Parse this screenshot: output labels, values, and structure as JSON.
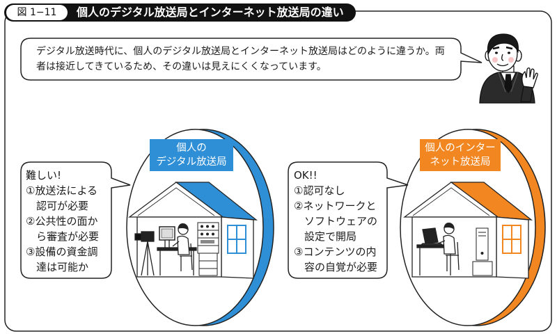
{
  "header": {
    "figure_number": "図 1−11",
    "title": "個人のデジタル放送局とインターネット放送局の違い"
  },
  "intro": {
    "lines": [
      "デジタル放送時代に、個人のデジタル放送局とインターネット放送局はどのように違うか。両",
      "者は接近してきているため、その違いは見えにくくなっています。"
    ]
  },
  "stations": [
    {
      "label": [
        "個人の",
        "デジタル放送局"
      ],
      "accent_color": "#2e8fd6",
      "notes": {
        "heading": "難しい!",
        "items": [
          [
            "①放送法による",
            "認可が必要"
          ],
          [
            "②公共性の面か",
            "ら審査が必要"
          ],
          [
            "③設備の資金調",
            "達は可能か"
          ]
        ]
      }
    },
    {
      "label": [
        "個人のインター",
        "ネット放送局"
      ],
      "accent_color": "#f28621",
      "notes": {
        "heading": "OK!!",
        "items": [
          [
            "①認可なし"
          ],
          [
            "②ネットワークと",
            "ソフトウェアの",
            "設定で開局"
          ],
          [
            "③コンテンツの内",
            "容の自覚が必要"
          ]
        ]
      }
    }
  ],
  "icons": {
    "presenter": "presenter-icon",
    "digital_station": "house-icon",
    "internet_station": "house-icon",
    "camera": "camera-icon",
    "laptop": "laptop-icon"
  },
  "colors": {
    "header_background": "#111111",
    "ink": "#1a1a1a"
  }
}
